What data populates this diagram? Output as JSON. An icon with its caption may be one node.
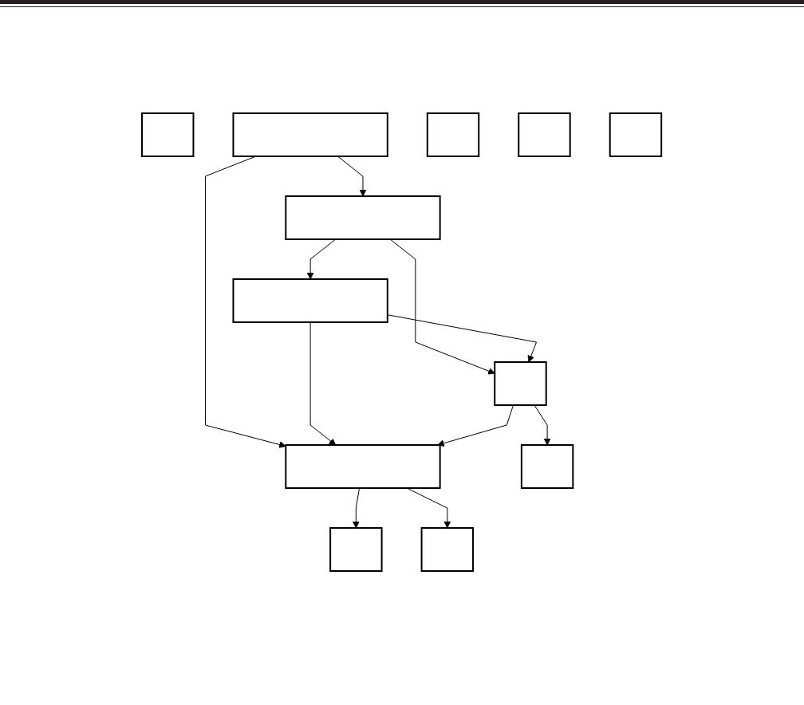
{
  "diagram": {
    "nodes": [
      {
        "text": [],
        "shape": "box"
      },
      {
        "text": [],
        "shape": "box"
      },
      {
        "text": [],
        "shape": "box"
      },
      {
        "text": [],
        "shape": "box"
      },
      {
        "text": [],
        "shape": "box"
      },
      {
        "text": [],
        "shape": "box"
      },
      {
        "text": [],
        "shape": "box"
      },
      {
        "text": [],
        "shape": "box"
      },
      {
        "text": [],
        "shape": "box"
      },
      {
        "text": [],
        "shape": "box"
      },
      {
        "text": [],
        "shape": "box"
      },
      {
        "text": [],
        "shape": "box"
      }
    ],
    "edges": [
      {
        "from": 1,
        "to": 3,
        "arrow": "to"
      },
      {
        "from": 3,
        "to": 5,
        "arrow": "to"
      },
      {
        "from": 1,
        "to": 8,
        "arrow": "to"
      },
      {
        "from": 3,
        "to": 6,
        "arrow": "to"
      },
      {
        "from": 5,
        "to": 6,
        "arrow": "to"
      },
      {
        "from": 5,
        "to": 8,
        "arrow": "to"
      },
      {
        "from": 6,
        "to": 8,
        "arrow": "to"
      },
      {
        "from": 8,
        "to": 9,
        "arrow": "to"
      },
      {
        "from": 8,
        "to": 10,
        "arrow": "to"
      },
      {
        "from": 6,
        "to": 11,
        "arrow": "to"
      }
    ]
  }
}
